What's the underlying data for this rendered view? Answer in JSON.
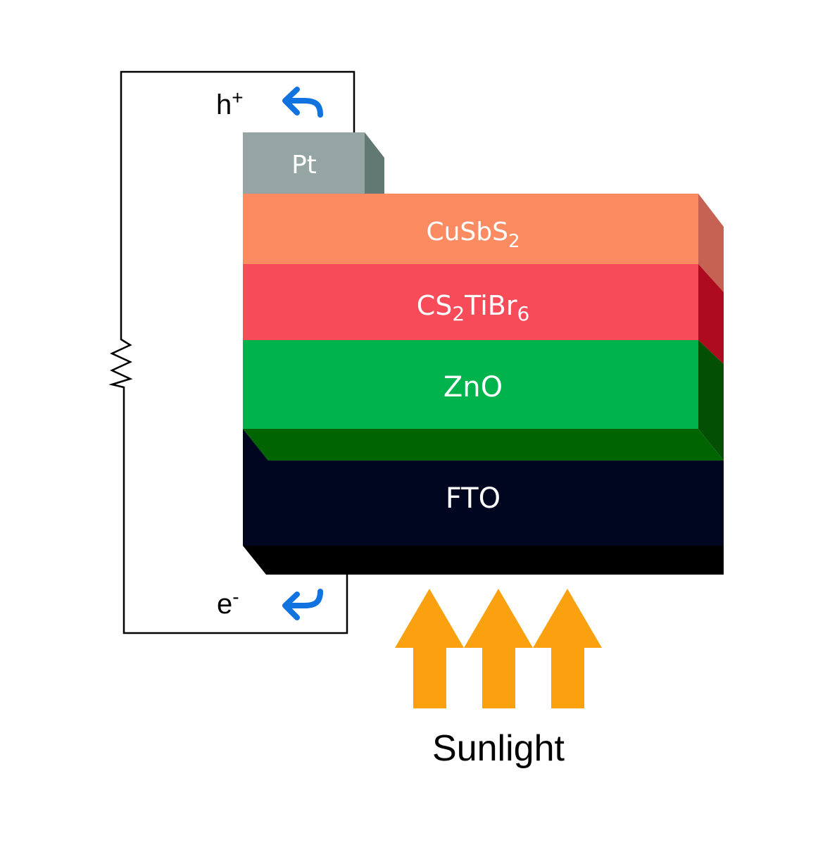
{
  "layers": {
    "pt": {
      "label": "Pt",
      "color": "#94A5A3",
      "side_color": "#617873"
    },
    "cusbs2": {
      "label": "CuSbS",
      "sub": "2",
      "color": "#FC8B62",
      "side_color": "#C56253"
    },
    "cs2tibr6": {
      "label_a": "CS",
      "sub_a": "2",
      "label_b": "TiBr",
      "sub_b": "6",
      "color": "#F74B59",
      "side_color": "#AE0C1E"
    },
    "zno": {
      "label": "ZnO",
      "color": "#00B34C",
      "side_color": "#035004",
      "bottom_color": "#006400"
    },
    "fto": {
      "label": "FTO",
      "color": "#000520",
      "bottom_color": "#000000"
    }
  },
  "carriers": {
    "hole": {
      "base": "h",
      "sup": "+"
    },
    "electron": {
      "base": "e",
      "sup": "-"
    },
    "arrow_color": "#1173E0"
  },
  "light": {
    "label": "Sunlight",
    "arrow_color": "#FBA10F",
    "arrow_count": 3
  }
}
